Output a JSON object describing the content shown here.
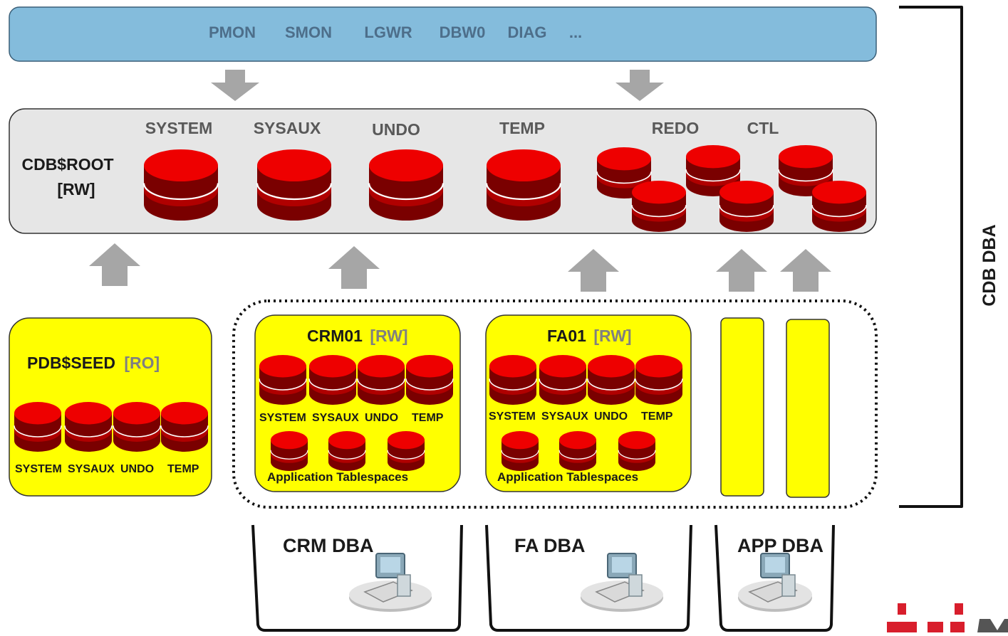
{
  "processes": [
    "PMON",
    "SMON",
    "LGWR",
    "DBW0",
    "DIAG",
    "..."
  ],
  "root": {
    "name": "CDB$ROOT",
    "mode": "[RW]",
    "files": [
      "SYSTEM",
      "SYSAUX",
      "UNDO",
      "TEMP",
      "REDO",
      "CTL"
    ]
  },
  "seed": {
    "name": "PDB$SEED",
    "mode": "[RO]",
    "files": [
      "SYSTEM",
      "SYSAUX",
      "UNDO",
      "TEMP"
    ]
  },
  "pdbs": [
    {
      "name": "CRM01",
      "mode": "[RW]",
      "files": [
        "SYSTEM",
        "SYSAUX",
        "UNDO",
        "TEMP"
      ],
      "app_label": "Application Tablespaces"
    },
    {
      "name": "FA01",
      "mode": "[RW]",
      "files": [
        "SYSTEM",
        "SYSAUX",
        "UNDO",
        "TEMP"
      ],
      "app_label": "Application Tablespaces"
    }
  ],
  "dba_roles": [
    "CRM DBA",
    "FA DBA",
    "APP DBA"
  ],
  "cdb_dba_label": "CDB DBA",
  "colors": {
    "process_bar": "#84bcdc",
    "root_box": "#e6e6e6",
    "pdb_box": "#ffff00",
    "disk_top": "#ee0000",
    "disk_body": "#7a0000",
    "arrow": "#a6a6a6",
    "mode_text": "#808080",
    "logo_red": "#d81e2c"
  }
}
